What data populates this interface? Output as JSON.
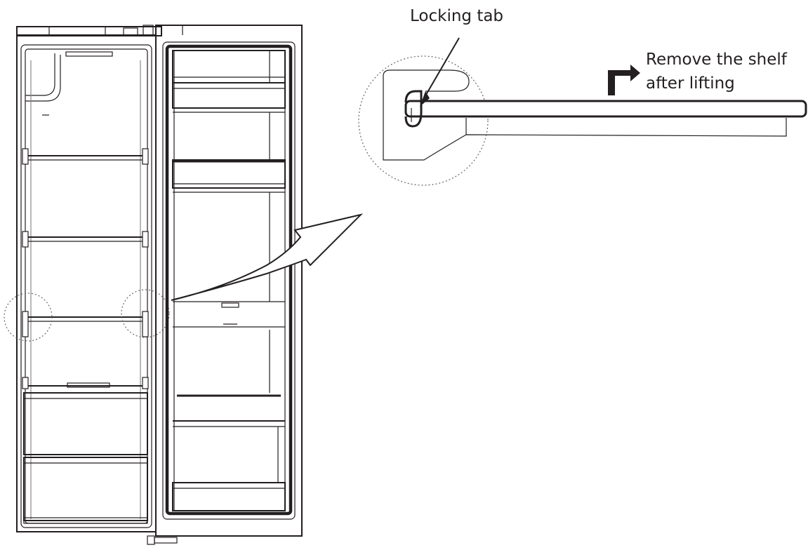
{
  "labels": {
    "locking_tab": "Locking tab",
    "remove_line1": "Remove the shelf",
    "remove_line2": "after lifting"
  },
  "colors": {
    "line": "#231f20",
    "background": "#ffffff"
  },
  "icons": {
    "lift_direction": "right-angle-arrow-icon",
    "pointer": "pointer-arrow-icon",
    "transition": "curved-arrow-icon"
  }
}
